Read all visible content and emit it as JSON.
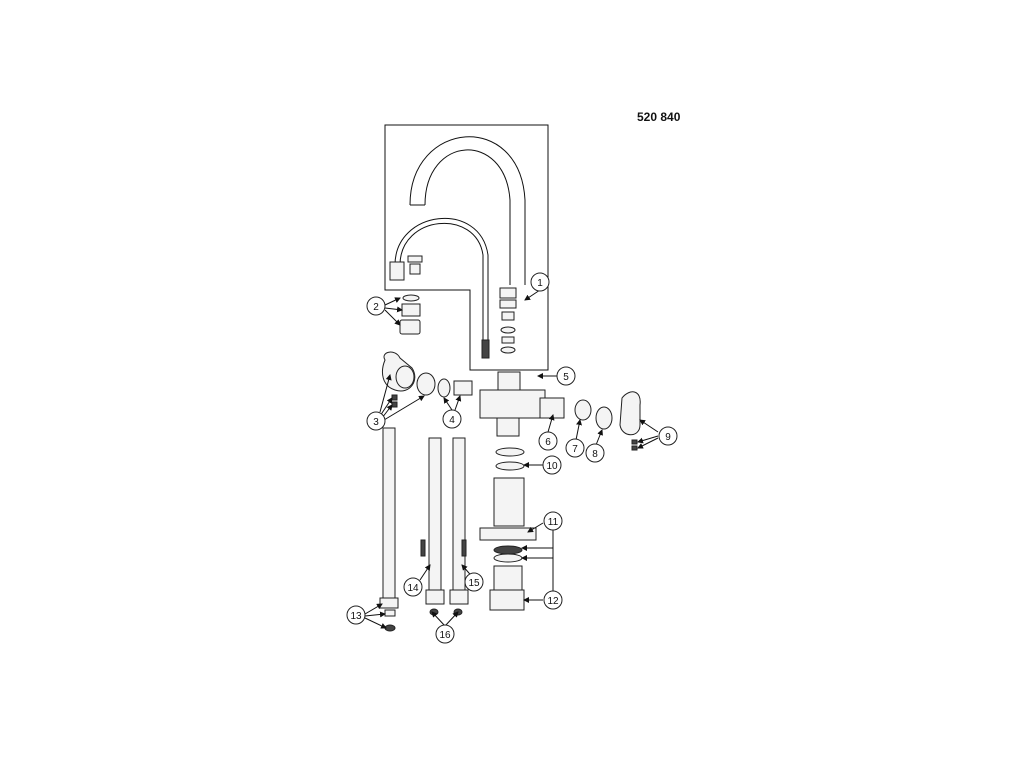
{
  "model_number": "520 840",
  "callouts": [
    "1",
    "2",
    "3",
    "4",
    "5",
    "6",
    "7",
    "8",
    "9",
    "10",
    "11",
    "12",
    "13",
    "14",
    "15",
    "16"
  ]
}
